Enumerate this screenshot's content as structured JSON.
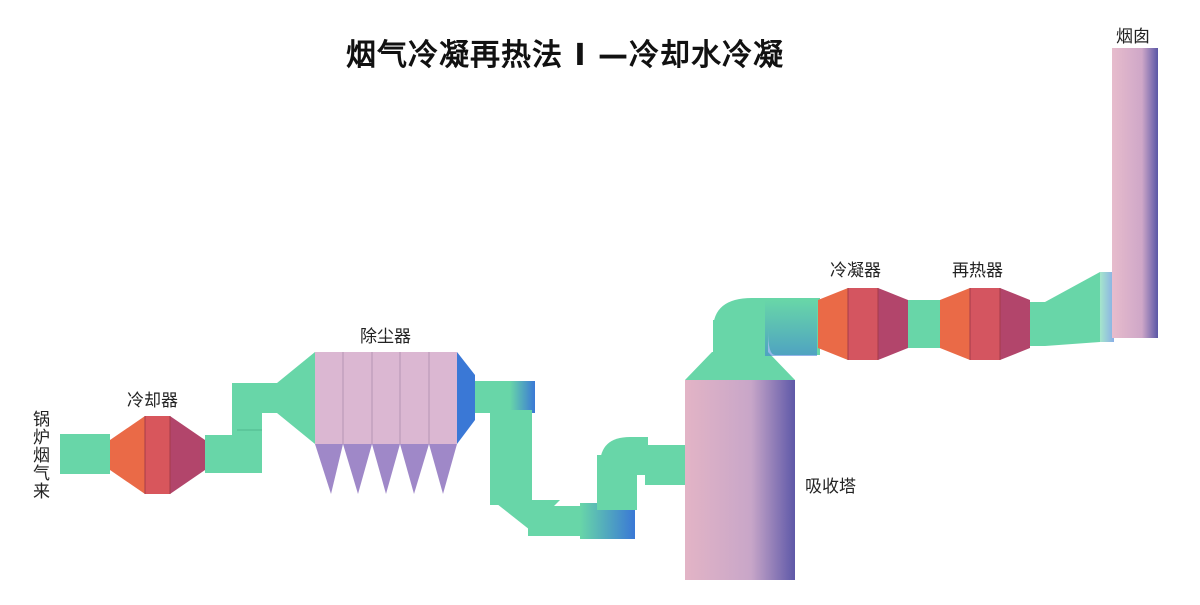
{
  "title": "烟气冷凝再热法 I —冷却水冷凝",
  "labels": {
    "inlet": "锅炉烟气来",
    "cooler": "冷却器",
    "dust_collector": "除尘器",
    "absorber": "吸收塔",
    "condenser": "冷凝器",
    "reheater": "再热器",
    "chimney": "烟囱"
  },
  "colors": {
    "duct": "#68d6a8",
    "duct_dark": "#3fb88a",
    "hx_orange": "#ea6a47",
    "hx_red": "#d45560",
    "hx_crimson": "#b2456b",
    "tower_pink": "#e3b4c6",
    "tower_purple": "#5e58a8",
    "hopper": "#9f88c8",
    "collector_body": "#dbb7d2",
    "blue_accent": "#3a78d6"
  }
}
